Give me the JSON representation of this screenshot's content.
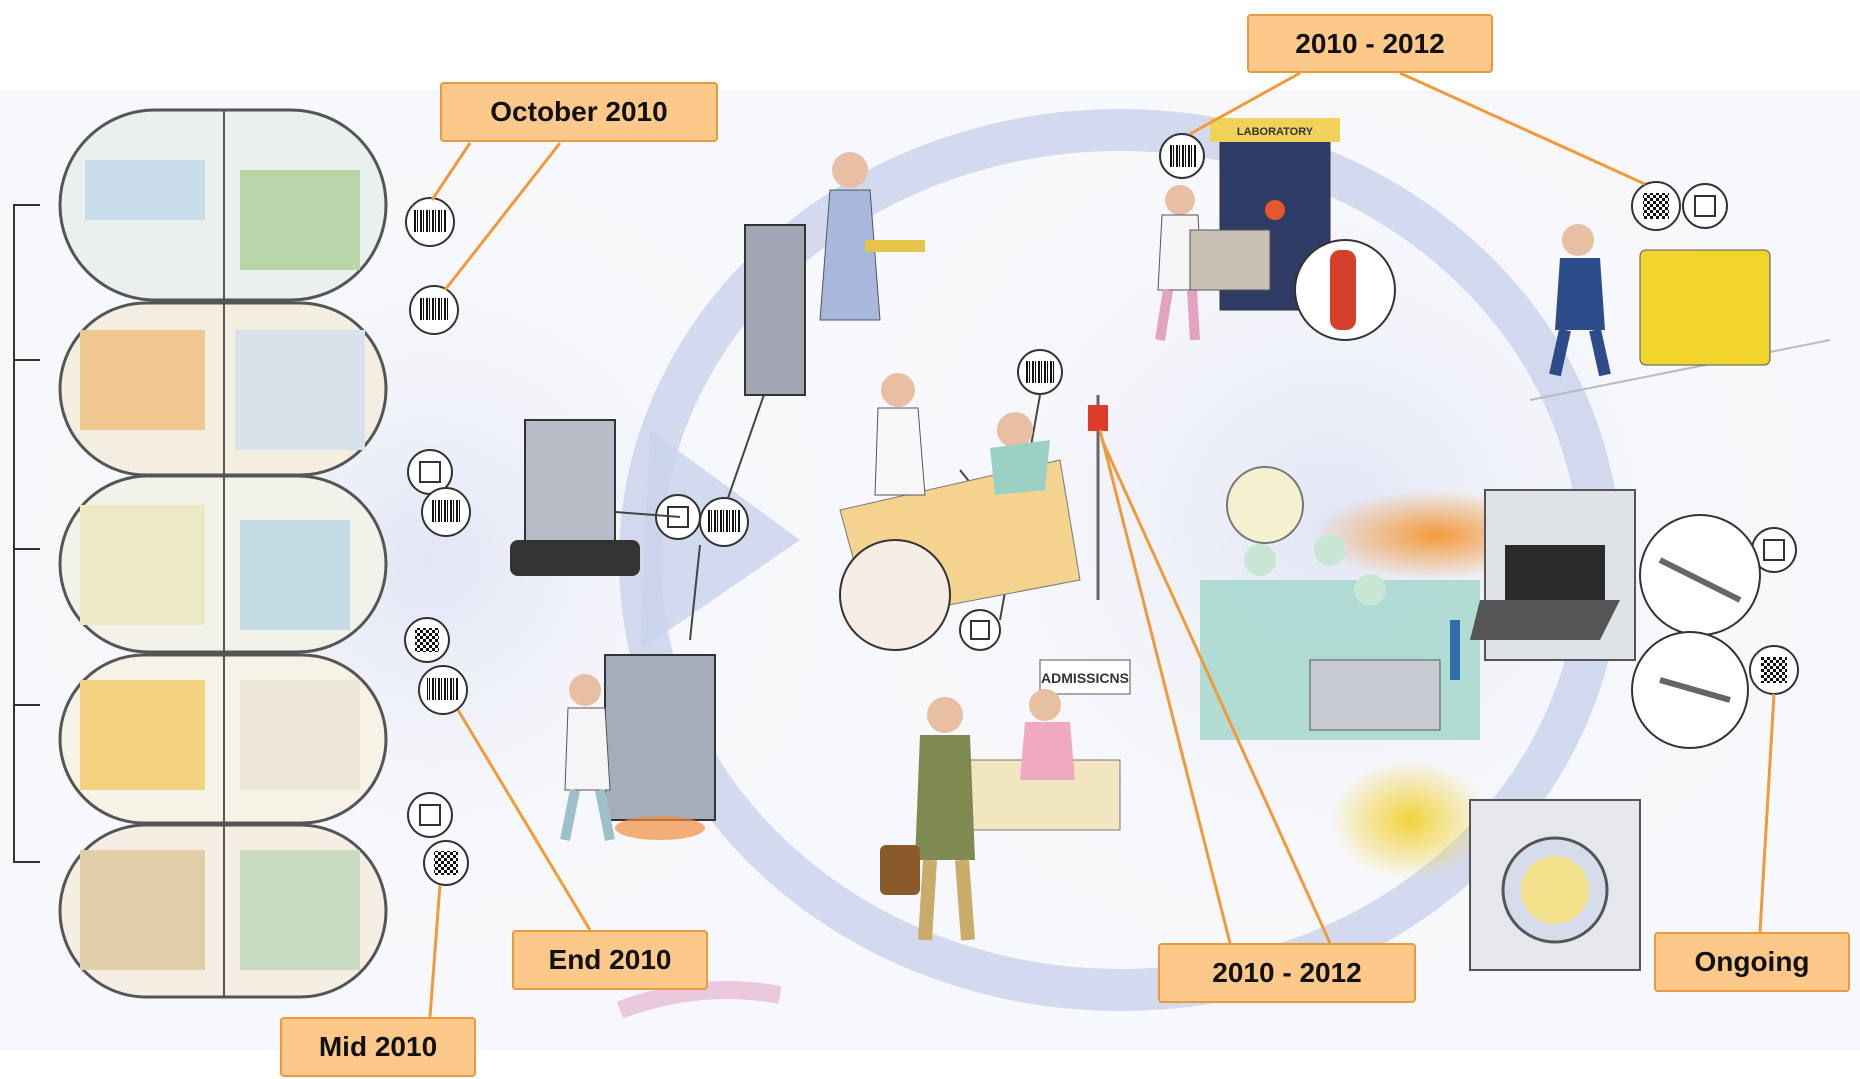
{
  "callouts": {
    "october_2010": "October 2010",
    "top_2010_2012": "2010 - 2012",
    "end_2010": "End 2010",
    "mid_2010": "Mid 2010",
    "middle_2010_2012": "2010 - 2012",
    "ongoing": "Ongoing"
  },
  "scene_signs": {
    "laboratory": "LABORATORY",
    "admissions": "ADMISSICNS"
  },
  "colors": {
    "callout_fill": "#fcc98a",
    "callout_border": "#e79a3e",
    "cycle_arrow": "#c9d2ec",
    "sterilization_glow": "#f39a3c",
    "laundry_glow": "#f2d33b"
  }
}
